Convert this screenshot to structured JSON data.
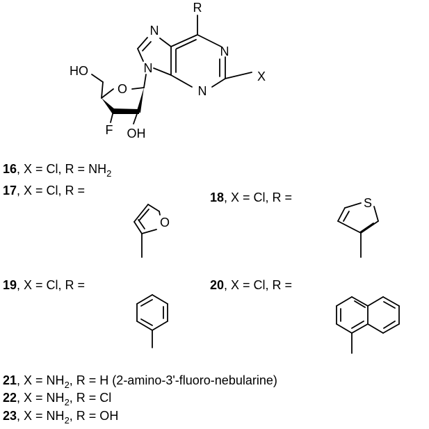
{
  "atoms": {
    "r": "R",
    "n_top_left": "N",
    "n_right": "N",
    "n_bottom": "N",
    "n_imid": "N",
    "x": "X",
    "ho": "HO",
    "o_ring": "O",
    "f": "F",
    "oh": "OH"
  },
  "compounds": {
    "c16": {
      "number": "16",
      "text_a": ", X = Cl, R = NH",
      "sub": "2"
    },
    "c17": {
      "number": "17",
      "text": ", X = Cl, R =",
      "ring_atom": "O"
    },
    "c18": {
      "number": "18",
      "text": ", X = Cl, R =",
      "ring_atom": "S"
    },
    "c19": {
      "number": "19",
      "text": ", X = Cl, R ="
    },
    "c20": {
      "number": "20",
      "text": ", X = Cl, R ="
    },
    "c21": {
      "number": "21",
      "text_a": ", X = NH",
      "sub": "2",
      "text_b": ", R = H (2-amino-3'-fluoro-nebularine)"
    },
    "c22": {
      "number": "22",
      "text_a": ", X = NH",
      "sub": "2",
      "text_b": ", R = Cl"
    },
    "c23": {
      "number": "23",
      "text_a": ", X = NH",
      "sub": "2",
      "text_b": ", R = OH"
    }
  }
}
